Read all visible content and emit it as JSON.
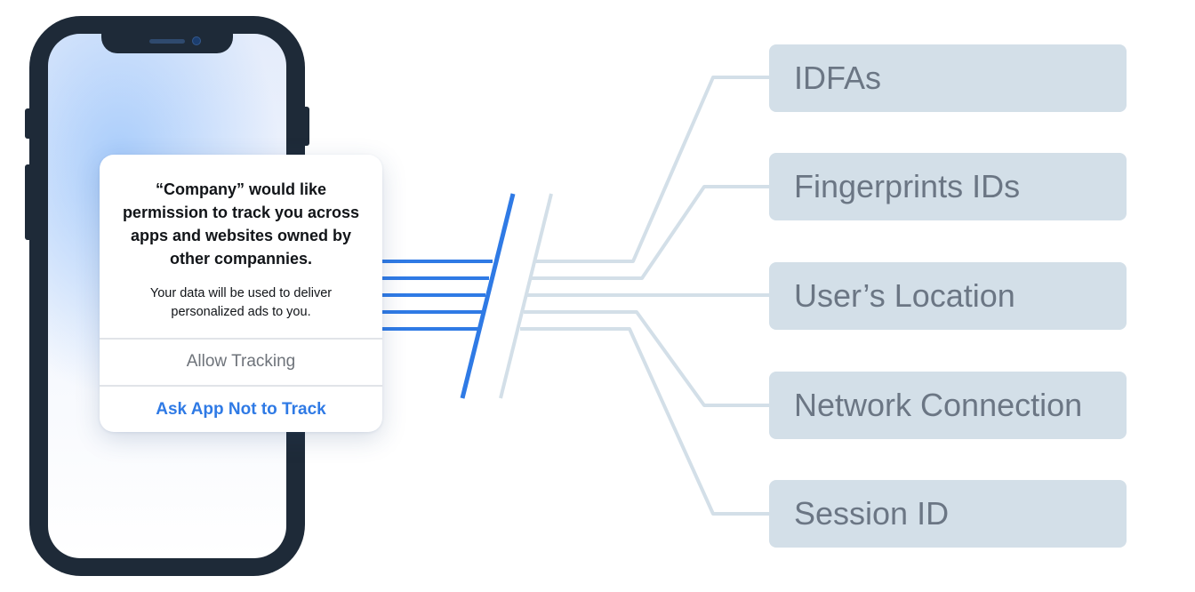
{
  "dialog": {
    "title": "“Company” would like permission to track you across apps and websites owned by other compannies.",
    "message": "Your data will be used to deliver personalized ads to you.",
    "allow_label": "Allow Tracking",
    "deny_label": "Ask App Not to Track"
  },
  "labels": [
    "IDFAs",
    "Fingerprints IDs",
    "User’s Location",
    "Network Connection",
    "Session ID"
  ],
  "colors": {
    "phone_frame": "#1e2a38",
    "blocked_lines": "#2f7ae5",
    "data_lines": "#d3dfe8",
    "label_box": "#d3dfe8",
    "label_text": "#6b7684",
    "deny_button": "#2f7ae5"
  }
}
